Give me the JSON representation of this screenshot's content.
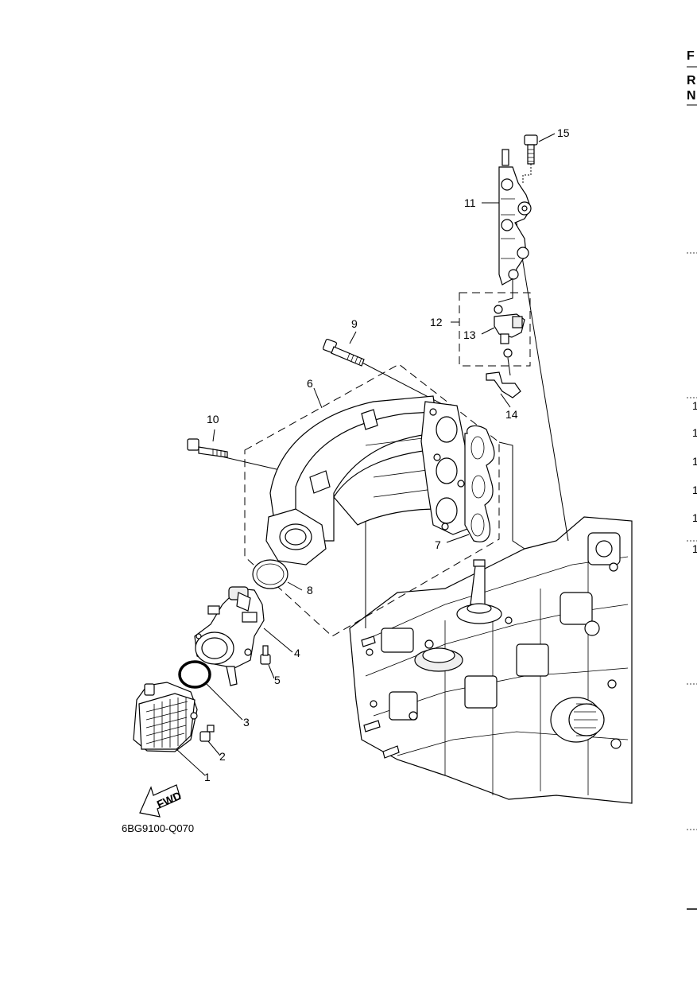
{
  "diagram": {
    "code": "6BG9100-Q070",
    "fwd_label": "FWD",
    "callouts": [
      "1",
      "2",
      "3",
      "4",
      "5",
      "6",
      "7",
      "8",
      "9",
      "10",
      "11",
      "12",
      "13",
      "14",
      "15"
    ]
  },
  "right_edge": {
    "letters": [
      "F",
      "R",
      "N"
    ],
    "numbers": [
      "1",
      "1",
      "1",
      "1",
      "1",
      "1"
    ]
  }
}
